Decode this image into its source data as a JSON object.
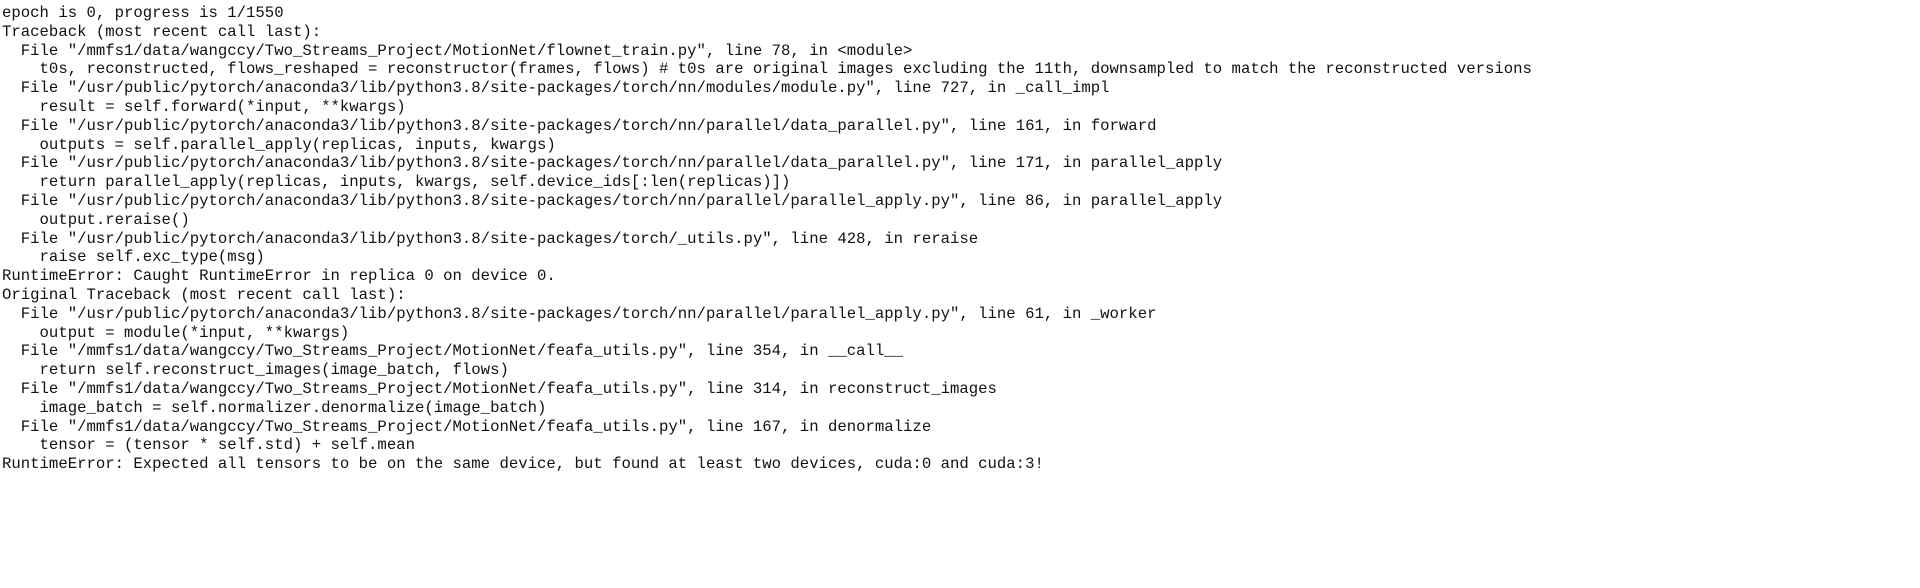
{
  "terminal": {
    "lines": [
      "epoch is 0, progress is 1/1550",
      "Traceback (most recent call last):",
      "  File \"/mmfs1/data/wangccy/Two_Streams_Project/MotionNet/flownet_train.py\", line 78, in <module>",
      "    t0s, reconstructed, flows_reshaped = reconstructor(frames, flows) # t0s are original images excluding the 11th, downsampled to match the reconstructed versions",
      "  File \"/usr/public/pytorch/anaconda3/lib/python3.8/site-packages/torch/nn/modules/module.py\", line 727, in _call_impl",
      "    result = self.forward(*input, **kwargs)",
      "  File \"/usr/public/pytorch/anaconda3/lib/python3.8/site-packages/torch/nn/parallel/data_parallel.py\", line 161, in forward",
      "    outputs = self.parallel_apply(replicas, inputs, kwargs)",
      "  File \"/usr/public/pytorch/anaconda3/lib/python3.8/site-packages/torch/nn/parallel/data_parallel.py\", line 171, in parallel_apply",
      "    return parallel_apply(replicas, inputs, kwargs, self.device_ids[:len(replicas)])",
      "  File \"/usr/public/pytorch/anaconda3/lib/python3.8/site-packages/torch/nn/parallel/parallel_apply.py\", line 86, in parallel_apply",
      "    output.reraise()",
      "  File \"/usr/public/pytorch/anaconda3/lib/python3.8/site-packages/torch/_utils.py\", line 428, in reraise",
      "    raise self.exc_type(msg)",
      "RuntimeError: Caught RuntimeError in replica 0 on device 0.",
      "Original Traceback (most recent call last):",
      "  File \"/usr/public/pytorch/anaconda3/lib/python3.8/site-packages/torch/nn/parallel/parallel_apply.py\", line 61, in _worker",
      "    output = module(*input, **kwargs)",
      "  File \"/mmfs1/data/wangccy/Two_Streams_Project/MotionNet/feafa_utils.py\", line 354, in __call__",
      "    return self.reconstruct_images(image_batch, flows)",
      "  File \"/mmfs1/data/wangccy/Two_Streams_Project/MotionNet/feafa_utils.py\", line 314, in reconstruct_images",
      "    image_batch = self.normalizer.denormalize(image_batch)",
      "  File \"/mmfs1/data/wangccy/Two_Streams_Project/MotionNet/feafa_utils.py\", line 167, in denormalize",
      "    tensor = (tensor * self.std) + self.mean",
      "RuntimeError: Expected all tensors to be on the same device, but found at least two devices, cuda:0 and cuda:3!"
    ]
  }
}
